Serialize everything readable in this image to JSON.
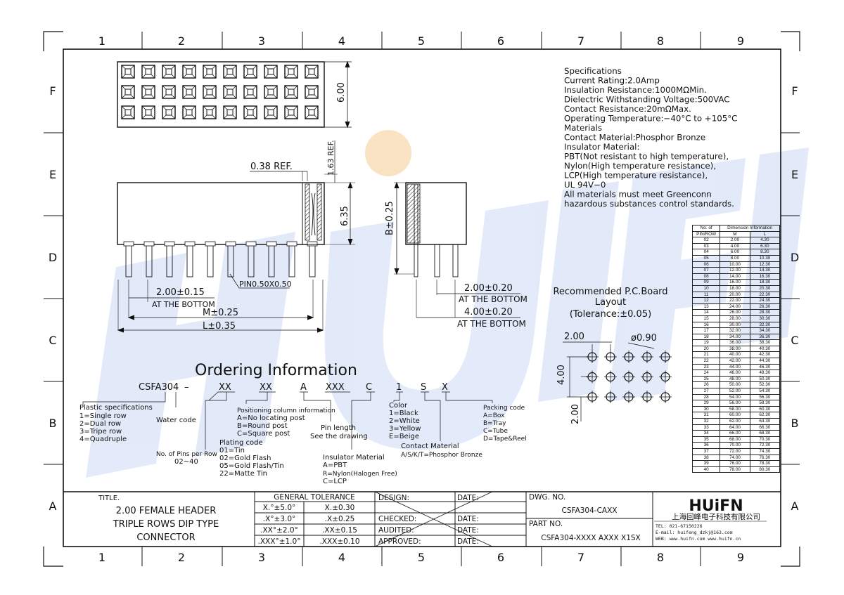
{
  "grid": {
    "columns": [
      "1",
      "2",
      "3",
      "4",
      "5",
      "6",
      "7",
      "8",
      "9"
    ],
    "rows": [
      "F",
      "E",
      "D",
      "C",
      "B",
      "A"
    ]
  },
  "watermark": "HUIFN",
  "specs": {
    "lines": [
      "Specifications",
      "Current Rating:2.0Amp",
      "Insulation Resistance:1000MΩMin.",
      "Dielectric Withstanding Voltage:500VAC",
      "Contact Resistance:20mΩMax.",
      "Operating Temperature:−40°C to +105°C",
      "Materials",
      "Contact Material:Phosphor Bronze",
      "Insulator Material:",
      "PBT(Not resistant to high temperature),",
      "Nylon(High temperature resistance),",
      "LCP(High temperature resistance),",
      "UL 94V−0",
      "All materials must meet Greenconn",
      "hazardous substances control standards."
    ]
  },
  "dims": {
    "top_height": "6.00",
    "ref_038": "0.38 REF.",
    "ref_163": "1.63 REF.",
    "h_635": "6.35",
    "b_tol": "B±0.25",
    "pin": "PIN0.50X0.50",
    "pitch_bottom": "2.00±0.15",
    "at_bottom": "AT THE BOTTOM",
    "m_tol": "M±0.25",
    "l_tol": "L±0.35",
    "side_pitch": "2.00±0.20",
    "side_at1": "AT THE BOTTOM",
    "side_row": "4.00±0.20",
    "side_at2": "AT THE BOTTOM"
  },
  "pcb": {
    "title1": "Recommended P.C.Board",
    "title2": "Layout",
    "tol": "(Tolerance:±0.05)",
    "pitch_x": "2.00",
    "hole": "ø0.90",
    "row_span": "4.00",
    "pitch_y": "2.00"
  },
  "ordering": {
    "title": "Ordering Information",
    "code": [
      "CSFA304",
      "–",
      "XX",
      "XX",
      "A",
      "XXX",
      "C",
      "1",
      "S",
      "X"
    ],
    "plastic": [
      "Plastic specifications",
      "1=Single row",
      "2=Dual row",
      "3=Tripe row",
      "4=Quadruple"
    ],
    "water": "Water code",
    "pins": [
      "No. of Pins per Row",
      "02~40"
    ],
    "plating": [
      "Plating code",
      "01=Tin",
      "02=Gold Flash",
      "05=Gold Flash/Tin",
      "22=Matte Tin"
    ],
    "positioning": [
      "Positioning column information",
      "A=No locating post",
      "B=Round post",
      "C=Square post"
    ],
    "pinlen": [
      "Pin length",
      "See the drawing"
    ],
    "insulator": [
      "Insulator Material",
      "A=PBT",
      "R=Nylon(Halogen Free)",
      "C=LCP"
    ],
    "color": [
      "Color",
      "1=Black",
      "2=White",
      "3=Yellow",
      "E=Beige"
    ],
    "contact": [
      "Contact Material",
      "A/S/K/T=Phosphor Bronze"
    ],
    "packing": [
      "Packing code",
      "A=Box",
      "B=Tray",
      "C=Tube",
      "D=Tape&Reel"
    ]
  },
  "dim_table": {
    "h1": "No. of",
    "h2": "Dimension Information",
    "h3": "PIN/ROW",
    "h4": "M",
    "h5": "L",
    "rows": [
      [
        "02",
        "2.00",
        "4.30"
      ],
      [
        "03",
        "4.00",
        "6.30"
      ],
      [
        "04",
        "6.00",
        "8.30"
      ],
      [
        "05",
        "8.00",
        "10.30"
      ],
      [
        "06",
        "10.00",
        "12.30"
      ],
      [
        "07",
        "12.00",
        "14.30"
      ],
      [
        "08",
        "14.00",
        "16.30"
      ],
      [
        "09",
        "16.00",
        "18.30"
      ],
      [
        "10",
        "18.00",
        "20.30"
      ],
      [
        "11",
        "20.00",
        "22.30"
      ],
      [
        "12",
        "22.00",
        "24.30"
      ],
      [
        "13",
        "24.00",
        "26.30"
      ],
      [
        "14",
        "26.00",
        "28.30"
      ],
      [
        "15",
        "28.00",
        "30.30"
      ],
      [
        "16",
        "30.00",
        "32.30"
      ],
      [
        "17",
        "32.00",
        "34.30"
      ],
      [
        "18",
        "34.00",
        "36.30"
      ],
      [
        "19",
        "36.00",
        "38.30"
      ],
      [
        "20",
        "38.00",
        "40.30"
      ],
      [
        "21",
        "40.00",
        "42.30"
      ],
      [
        "22",
        "42.00",
        "44.30"
      ],
      [
        "23",
        "44.00",
        "46.30"
      ],
      [
        "24",
        "46.00",
        "48.30"
      ],
      [
        "25",
        "48.00",
        "50.30"
      ],
      [
        "26",
        "50.00",
        "52.30"
      ],
      [
        "27",
        "52.00",
        "54.30"
      ],
      [
        "28",
        "54.00",
        "56.30"
      ],
      [
        "29",
        "56.00",
        "58.30"
      ],
      [
        "30",
        "58.00",
        "60.30"
      ],
      [
        "31",
        "60.00",
        "62.30"
      ],
      [
        "32",
        "62.00",
        "64.30"
      ],
      [
        "33",
        "64.00",
        "66.30"
      ],
      [
        "34",
        "66.00",
        "68.30"
      ],
      [
        "35",
        "68.00",
        "70.30"
      ],
      [
        "36",
        "70.00",
        "72.30"
      ],
      [
        "37",
        "72.00",
        "74.30"
      ],
      [
        "38",
        "74.00",
        "76.30"
      ],
      [
        "39",
        "76.00",
        "78.30"
      ],
      [
        "40",
        "78.00",
        "80.30"
      ]
    ]
  },
  "title_block": {
    "title_label": "TITLE.",
    "title_lines": [
      "2.00 FEMALE HEADER",
      "TRIPLE ROWS DIP TYPE",
      "CONNECTOR"
    ],
    "tol_header": "GENERAL TOLERANCE",
    "tol_rows": [
      [
        "X.°±5.0°",
        "X.±0.30"
      ],
      [
        ".X°±3.0°",
        ".X±0.25"
      ],
      [
        ".XX°±2.0°",
        ".XX±0.15"
      ],
      [
        ".XXX°±1.0°",
        ".XXX±0.10"
      ]
    ],
    "sign_rows": [
      "DESIGN:",
      "CHECKED:",
      "AUDITED:",
      "APPROVED:"
    ],
    "date_label": "DATE:",
    "dwg_label": "DWG. NO.",
    "dwg_no": "CSFA304-CAXX",
    "part_label": "PART NO.",
    "part_no": "CSFA304-XXXX AXXX X1SX",
    "logo": "HUiFN",
    "company": "上海回峰电子科技有限公司",
    "tel": "TEL: 021-67150226",
    "email": "E-mail: huifeng_dzkj@163.com",
    "web": "WEB: www.huifn.com  www.huifn.cn"
  }
}
